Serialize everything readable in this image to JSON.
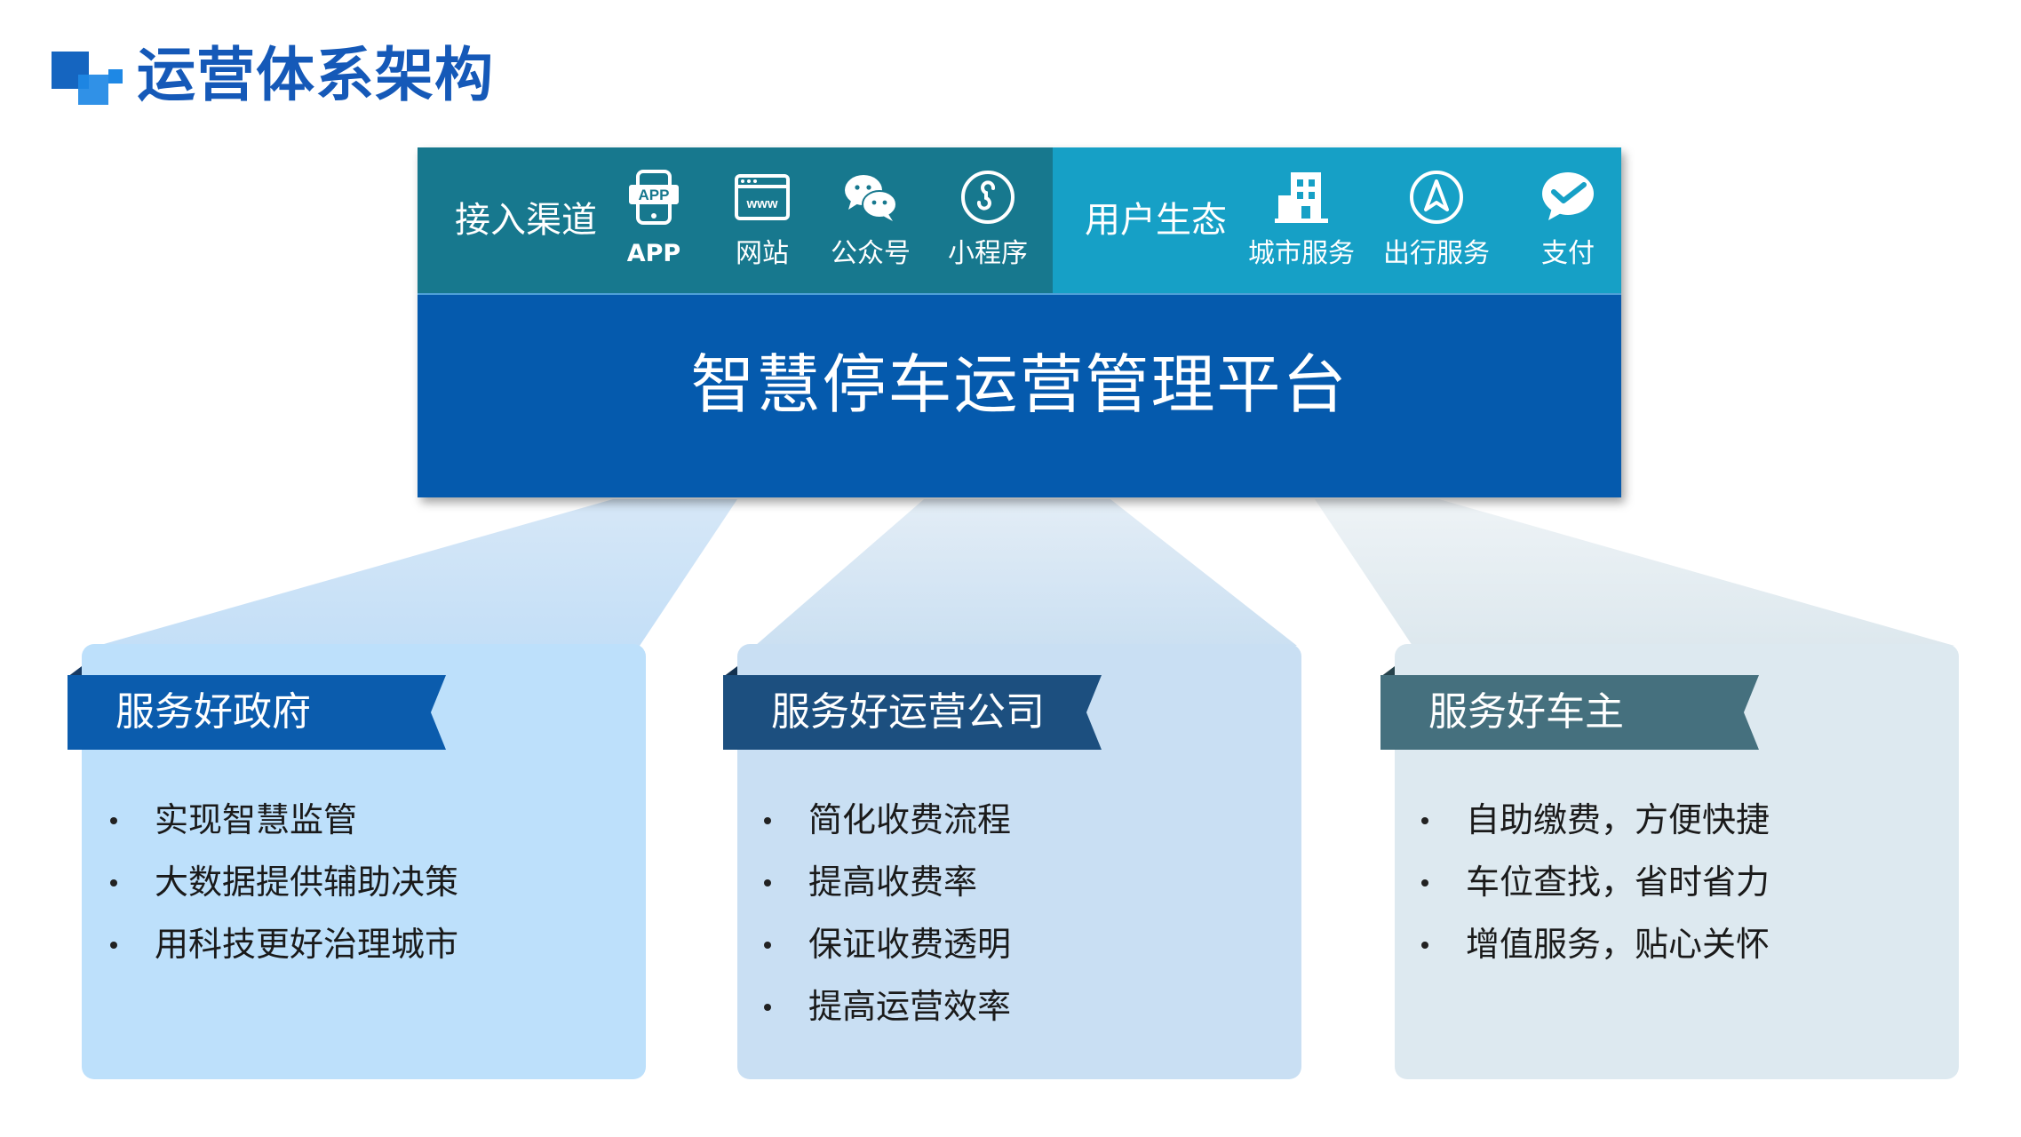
{
  "header": {
    "title": "运营体系架构"
  },
  "platform": {
    "name": "智慧停车运营管理平台",
    "channels": {
      "label": "接入渠道",
      "items": [
        {
          "label": "APP",
          "icon": "app-phone-icon"
        },
        {
          "label": "网站",
          "icon": "www-browser-icon"
        },
        {
          "label": "公众号",
          "icon": "wechat-icon"
        },
        {
          "label": "小程序",
          "icon": "mini-program-icon"
        }
      ]
    },
    "ecosystem": {
      "label": "用户生态",
      "items": [
        {
          "label": "城市服务",
          "icon": "city-building-icon"
        },
        {
          "label": "出行服务",
          "icon": "navigation-icon"
        },
        {
          "label": "支付",
          "icon": "wechat-pay-icon"
        }
      ]
    }
  },
  "cards": [
    {
      "title": "服务好政府",
      "items": [
        "实现智慧监管",
        "大数据提供辅助决策",
        "用科技更好治理城市"
      ]
    },
    {
      "title": "服务好运营公司",
      "items": [
        "简化收费流程",
        "提高收费率",
        "保证收费透明",
        "提高运营效率"
      ]
    },
    {
      "title": "服务好车主",
      "items": [
        "自助缴费，方便快捷",
        "车位查找，省时省力",
        "增值服务，贴心关怀"
      ]
    }
  ],
  "colors": {
    "title": "#1559b8",
    "channels_bar": "#17788e",
    "ecosystem_bar": "#16a0c6",
    "platform_main": "#055aad",
    "ribbon_gov": "#0b5cad",
    "ribbon_ops": "#1c4f7f",
    "ribbon_owner": "#45707e"
  }
}
